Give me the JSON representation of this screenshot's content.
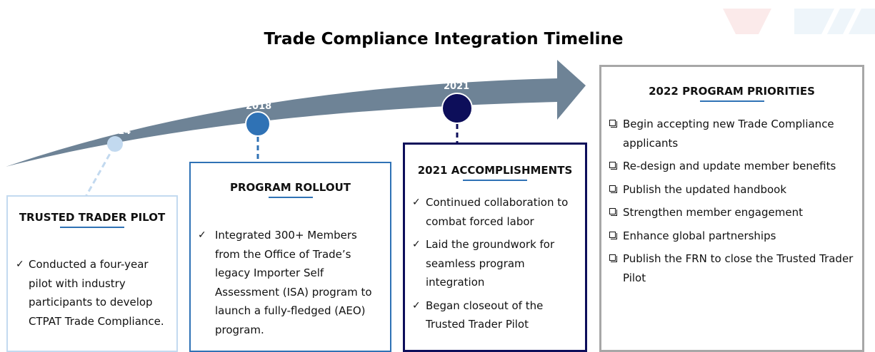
{
  "title": "Trade Compliance Integration Timeline",
  "colors": {
    "arrow": "#6e8396",
    "dot_2014": "#c2d9ef",
    "dot_2018": "#2f72b5",
    "dot_2021": "#0d0e5a",
    "box_pilot_border": "#c3daf0",
    "box_rollout_border": "#2f72b5",
    "box_2021_border": "#0d0e5a",
    "box_2022_border": "#a7a7a7",
    "underline": "#2f72b5"
  },
  "years": {
    "y2014": "2014",
    "y2018": "2018",
    "y2021": "2021"
  },
  "pilot": {
    "heading": "TRUSTED TRADER PILOT",
    "items": [
      "Conducted a four-year pilot with industry participants to develop CTPAT Trade Compliance."
    ]
  },
  "rollout": {
    "heading": "PROGRAM ROLLOUT",
    "items": [
      "Integrated 300+ Members from the Office of Trade’s legacy Importer Self Assessment (ISA) program to launch a fully-fledged (AEO) program."
    ]
  },
  "accomplishments": {
    "heading": "2021 ACCOMPLISHMENTS",
    "items": [
      "Continued collaboration to combat forced labor",
      "Laid the groundwork for seamless program integration",
      "Began closeout of the Trusted Trader Pilot"
    ]
  },
  "priorities": {
    "heading": "2022 PROGRAM PRIORITIES",
    "items": [
      "Begin accepting new Trade Compliance applicants",
      "Re-design and update member benefits",
      "Publish the updated handbook",
      "Strengthen member engagement",
      "Enhance global partnerships",
      "Publish the FRN to close the Trusted Trader Pilot"
    ]
  }
}
